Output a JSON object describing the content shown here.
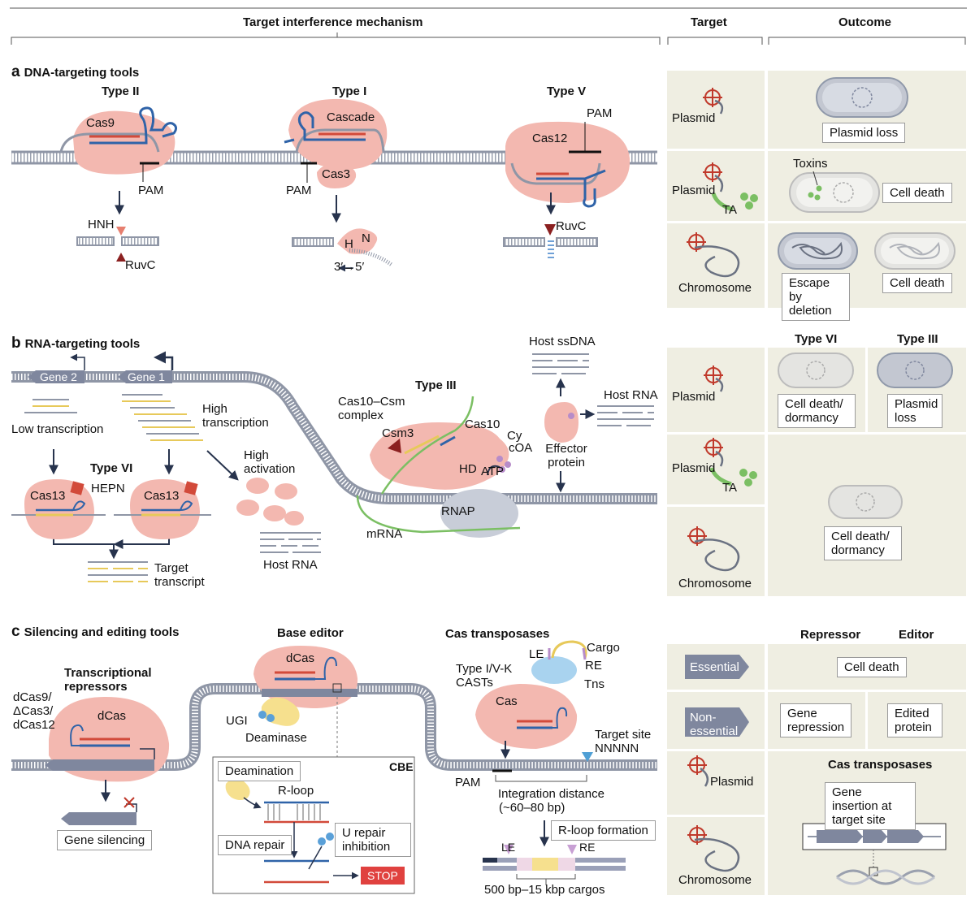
{
  "header": {
    "mechanism": "Target interference mechanism",
    "target": "Target",
    "outcome": "Outcome"
  },
  "section_a": {
    "letter": "a",
    "title": "DNA-targeting tools",
    "type2": {
      "title": "Type II",
      "protein": "Cas9",
      "pam": "PAM",
      "hnh": "HNH",
      "ruvc": "RuvC"
    },
    "type1": {
      "title": "Type I",
      "protein": "Cascade",
      "pam": "PAM",
      "cas3": "Cas3",
      "h": "H",
      "n": "N",
      "direction": "3′→5′"
    },
    "type5": {
      "title": "Type V",
      "protein": "Cas12",
      "pam": "PAM",
      "ruvc": "RuvC"
    },
    "rows": [
      {
        "target": "Plasmid",
        "outcomes": [
          "Plasmid loss"
        ]
      },
      {
        "target": "Plasmid",
        "ta": "TA",
        "toxins": "Toxins",
        "outcomes": [
          "Cell death"
        ]
      },
      {
        "target": "Chromosome",
        "outcomes": [
          "Escape by deletion",
          "Cell death"
        ]
      }
    ]
  },
  "section_b": {
    "letter": "b",
    "title": "RNA-targeting tools",
    "gene2": "Gene 2",
    "gene1": "Gene 1",
    "low_transcription": "Low transcription",
    "high_transcription": "High transcription",
    "high_activation": "High activation",
    "type6": {
      "title": "Type VI",
      "cas13": "Cas13",
      "hepn": "HEPN"
    },
    "target_transcript": "Target transcript",
    "host_rna_left": "Host RNA",
    "type3": {
      "title": "Type III",
      "complex": "Cas10–Csm complex",
      "csm3": "Csm3",
      "cas10": "Cas10",
      "hd": "HD",
      "cy": "Cy",
      "coa": "cOA",
      "atp": "ATP",
      "rnap": "RNAP",
      "mrna": "mRNA"
    },
    "host_ssdna": "Host ssDNA",
    "host_rna_right": "Host RNA",
    "effector": "Effector protein",
    "outcome_headers": [
      "Type VI",
      "Type III"
    ],
    "rows": [
      {
        "target": "Plasmid",
        "outcomes": [
          "Cell death/ dormancy",
          "Plasmid loss"
        ]
      },
      {
        "target": "Plasmid",
        "ta": "TA",
        "outcomes": [
          "Cell death/ dormancy"
        ]
      },
      {
        "target": "Chromosome"
      }
    ]
  },
  "section_c": {
    "letter": "c",
    "title": "Silencing and editing tools",
    "repressors": {
      "title": "Transcriptional repressors",
      "variants": "dCas9/ ΔCas3/ dCas12",
      "dcas": "dCas",
      "gene_silencing": "Gene silencing"
    },
    "base_editor": {
      "title": "Base editor",
      "dcas": "dCas",
      "ugi": "UGI",
      "deaminase": "Deaminase",
      "cbe": "CBE",
      "deamination": "Deamination",
      "rloop": "R-loop",
      "dna_repair": "DNA repair",
      "u_repair": "U repair inhibition",
      "stop": "STOP"
    },
    "transposases": {
      "title": "Cas transposases",
      "casts": "Type I/V-K CASTs",
      "le": "LE",
      "re": "RE",
      "cargo": "Cargo",
      "tns": "Tns",
      "cas": "Cas",
      "target_site": "Target site",
      "nnnnn": "NNNNN",
      "pam": "PAM",
      "integration": "Integration distance",
      "distance": "(~60–80 bp)",
      "rloop_formation": "R-loop formation",
      "cargos": "500 bp–15 kbp cargos"
    },
    "outcome_headers": [
      "Repressor",
      "Editor"
    ],
    "rows": [
      {
        "target": "Essential",
        "outcomes": [
          "Cell death"
        ]
      },
      {
        "target": "Non-essential",
        "outcomes": [
          "Gene repression",
          "Edited protein"
        ]
      },
      {
        "target": "Plasmid",
        "outcome_header": "Cas transposases",
        "outcomes": [
          "Gene insertion at target site"
        ]
      },
      {
        "target": "Chromosome"
      }
    ]
  },
  "colors": {
    "protein": "#f3b8b0",
    "panel": "#efeee2",
    "dna": "#8f96a6",
    "rna_blue": "#2f63a8",
    "spacer_red": "#d24a3a",
    "yellow": "#e7c95a",
    "green": "#7bbf63",
    "target_red": "#c0392b",
    "arrow_gray": "#7f879e",
    "stop": "#e0413f"
  }
}
